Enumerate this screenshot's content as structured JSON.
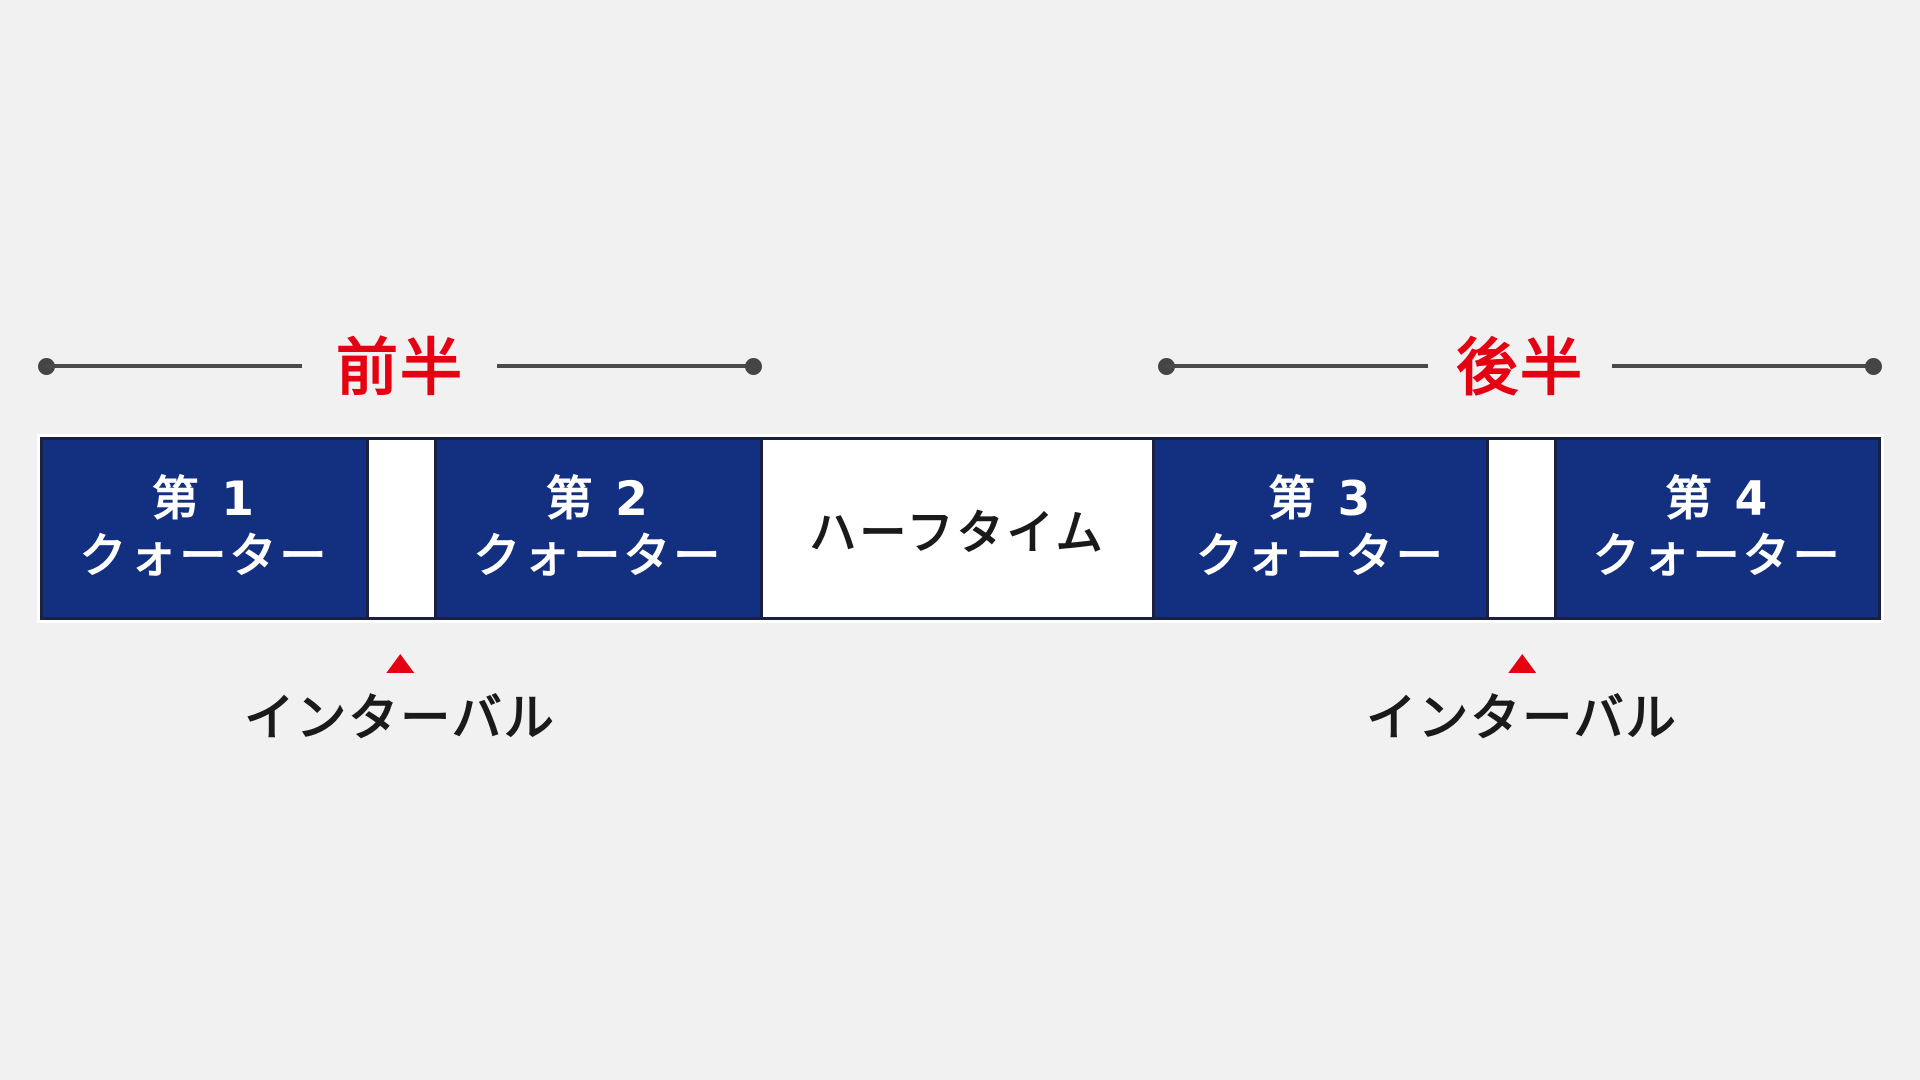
{
  "palette": {
    "background": "#f1f1f1",
    "quarter_fill": "#132f80",
    "bar_border": "#1a2042",
    "accent_red": "#e50012",
    "line_gray": "#4a4a4a",
    "text_black": "#1a1a1a",
    "text_white": "#ffffff"
  },
  "brackets": [
    {
      "label": "前半"
    },
    {
      "label": "後半"
    }
  ],
  "timeline": {
    "segments": [
      {
        "type": "quarter",
        "line1": "第 1",
        "line2": "クォーター"
      },
      {
        "type": "interval",
        "label": ""
      },
      {
        "type": "quarter",
        "line1": "第 2",
        "line2": "クォーター"
      },
      {
        "type": "halftime",
        "label": "ハーフタイム"
      },
      {
        "type": "quarter",
        "line1": "第 3",
        "line2": "クォーター"
      },
      {
        "type": "interval",
        "label": ""
      },
      {
        "type": "quarter",
        "line1": "第 4",
        "line2": "クォーター"
      }
    ]
  },
  "interval_markers": [
    {
      "label": "インターバル"
    },
    {
      "label": "インターバル"
    }
  ]
}
